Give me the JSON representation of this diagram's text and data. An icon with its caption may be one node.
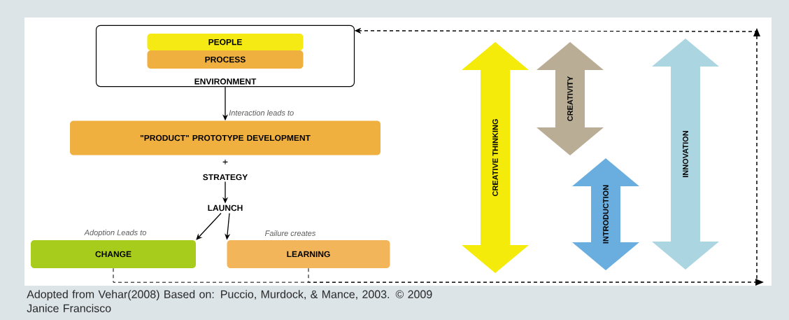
{
  "diagram": {
    "caption": "Adopted from Vehar(2008) Based on: Puccio, Murdock, & Mance, 2003. © 2009 Janice Francisco",
    "nodes": [
      {
        "text": [
          "ENVIRONMENT"
        ]
      },
      {
        "text": [
          "PEOPLE"
        ],
        "in": 0
      },
      {
        "text": [
          "PROCESS"
        ],
        "in": 0
      },
      {
        "text": [
          "\"PRODUCT\" PROTOTYPE DEVELOPMENT"
        ],
        "beside": [
          "Interaction leads to",
          "+"
        ]
      },
      {
        "text": [
          "STRATEGY"
        ]
      },
      {
        "text": [
          "LAUNCH"
        ]
      },
      {
        "text": [
          "CHANGE"
        ],
        "beside": [
          "Adoption Leads to"
        ]
      },
      {
        "text": [
          "LEARNING"
        ],
        "beside": [
          "Failure creates"
        ]
      },
      {
        "text": [
          "CREATIVE THINKING"
        ]
      },
      {
        "text": [
          "CREATIVITY"
        ]
      },
      {
        "text": [
          "INTRODUCTION"
        ]
      },
      {
        "text": [
          "INNOVATION"
        ]
      }
    ],
    "edges": [
      {
        "from": 0,
        "to": 3,
        "arrow": "to"
      },
      {
        "from": 4,
        "to": 5,
        "arrow": "to"
      },
      {
        "from": 5,
        "to": 6,
        "arrow": "to"
      },
      {
        "from": 5,
        "to": 7,
        "arrow": "to"
      },
      {
        "from": 6,
        "to": 0,
        "arrow": "to",
        "style": "dashed"
      },
      {
        "from": 7,
        "to": 0,
        "arrow": "to",
        "style": "dashed"
      }
    ],
    "labels": []
  }
}
